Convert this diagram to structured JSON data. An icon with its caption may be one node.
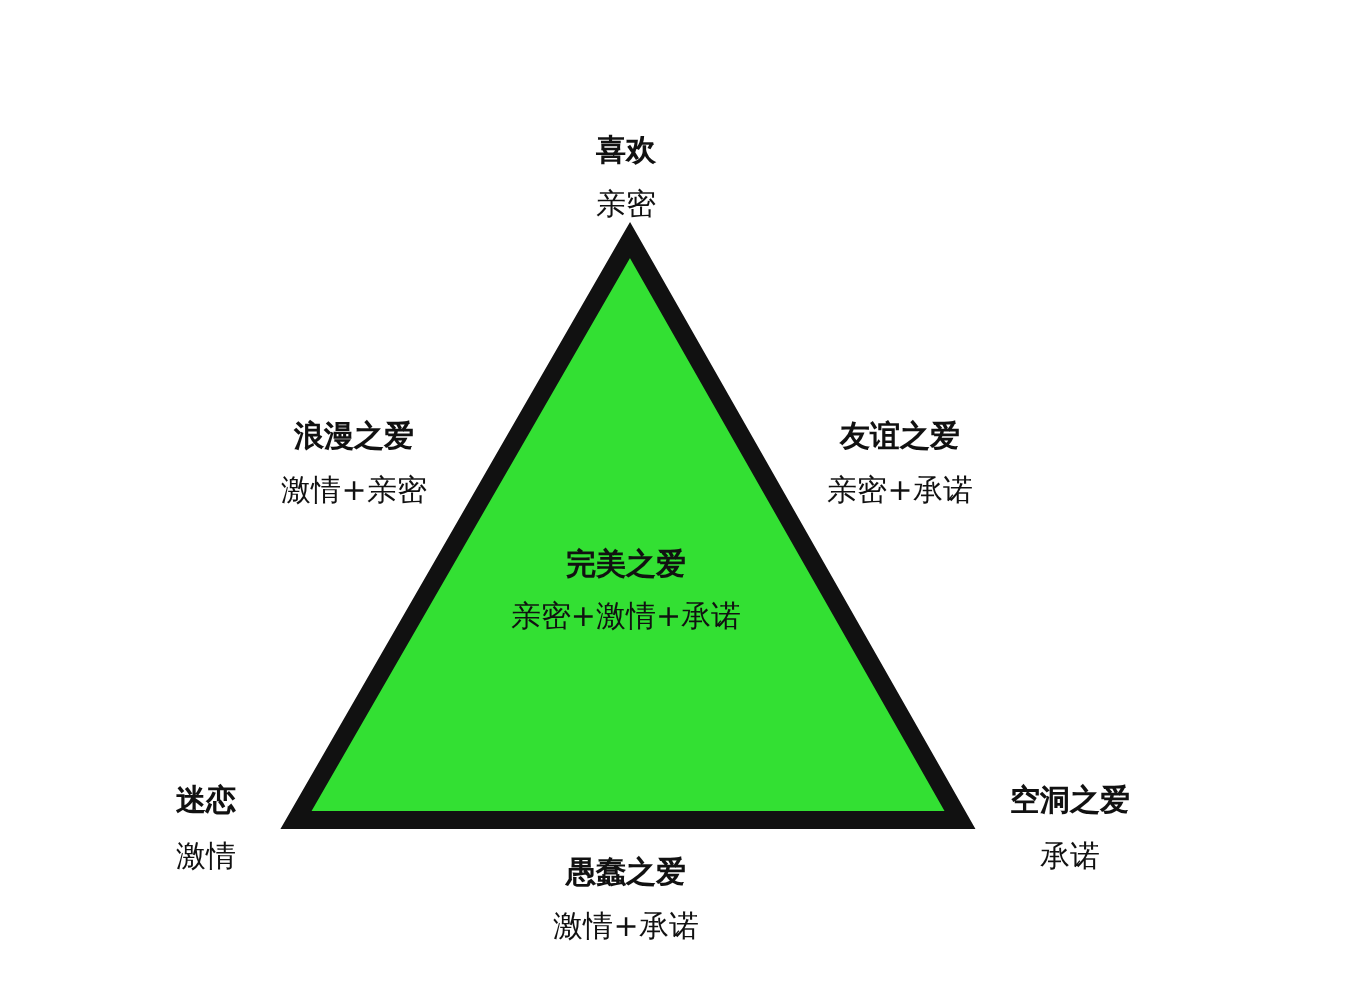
{
  "diagram": {
    "nodes": [
      {
        "text": [
          "完美之爱",
          "亲密+激情+承诺"
        ]
      }
    ],
    "edges": [],
    "labels": [
      "喜欢",
      "亲密",
      "浪漫之爱",
      "友谊之爱",
      "激情+亲密",
      "亲密+承诺",
      "迷恋",
      "空洞之爱",
      "激情",
      "承诺",
      "愚蠢之爱",
      "激情+承诺"
    ]
  }
}
